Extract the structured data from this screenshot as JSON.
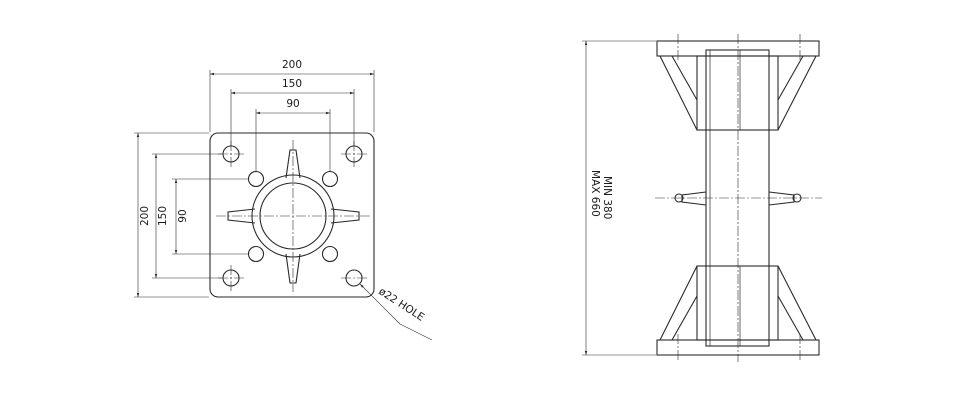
{
  "plan_view": {
    "dim_width_outer": "200",
    "dim_width_mid": "150",
    "dim_width_inner": "90",
    "dim_height_outer": "200",
    "dim_height_mid": "150",
    "dim_height_inner": "90",
    "hole_label": "ø22 HOLE"
  },
  "side_view": {
    "height_min": "MIN 380",
    "height_max": "MAX 660"
  }
}
